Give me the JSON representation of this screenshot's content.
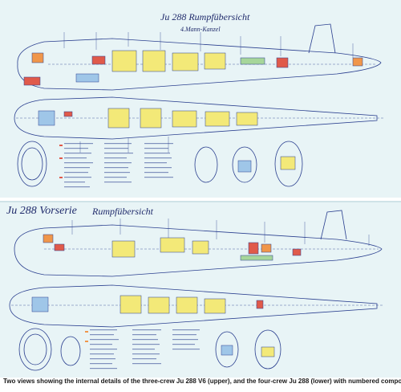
{
  "upper_diagram": {
    "title": "Ju 288 Rumpfübersicht",
    "subtitle": "4.Mann-Kanzel"
  },
  "lower_diagram": {
    "title_part1": "Ju 288 Vorserie",
    "title_part2": "Rumpfübersicht"
  },
  "caption": "Two views showing the internal details of the three-crew Ju 288 V6 (upper), and the four-crew Ju 288 (lower) with numbered components.",
  "colors": {
    "background": "#e8f4f6",
    "outline": "#2a3f8f",
    "yellow": "#f3e978",
    "orange": "#f0964a",
    "red": "#e05a4a",
    "blue": "#9fc6e8",
    "green": "#a6d69a"
  }
}
